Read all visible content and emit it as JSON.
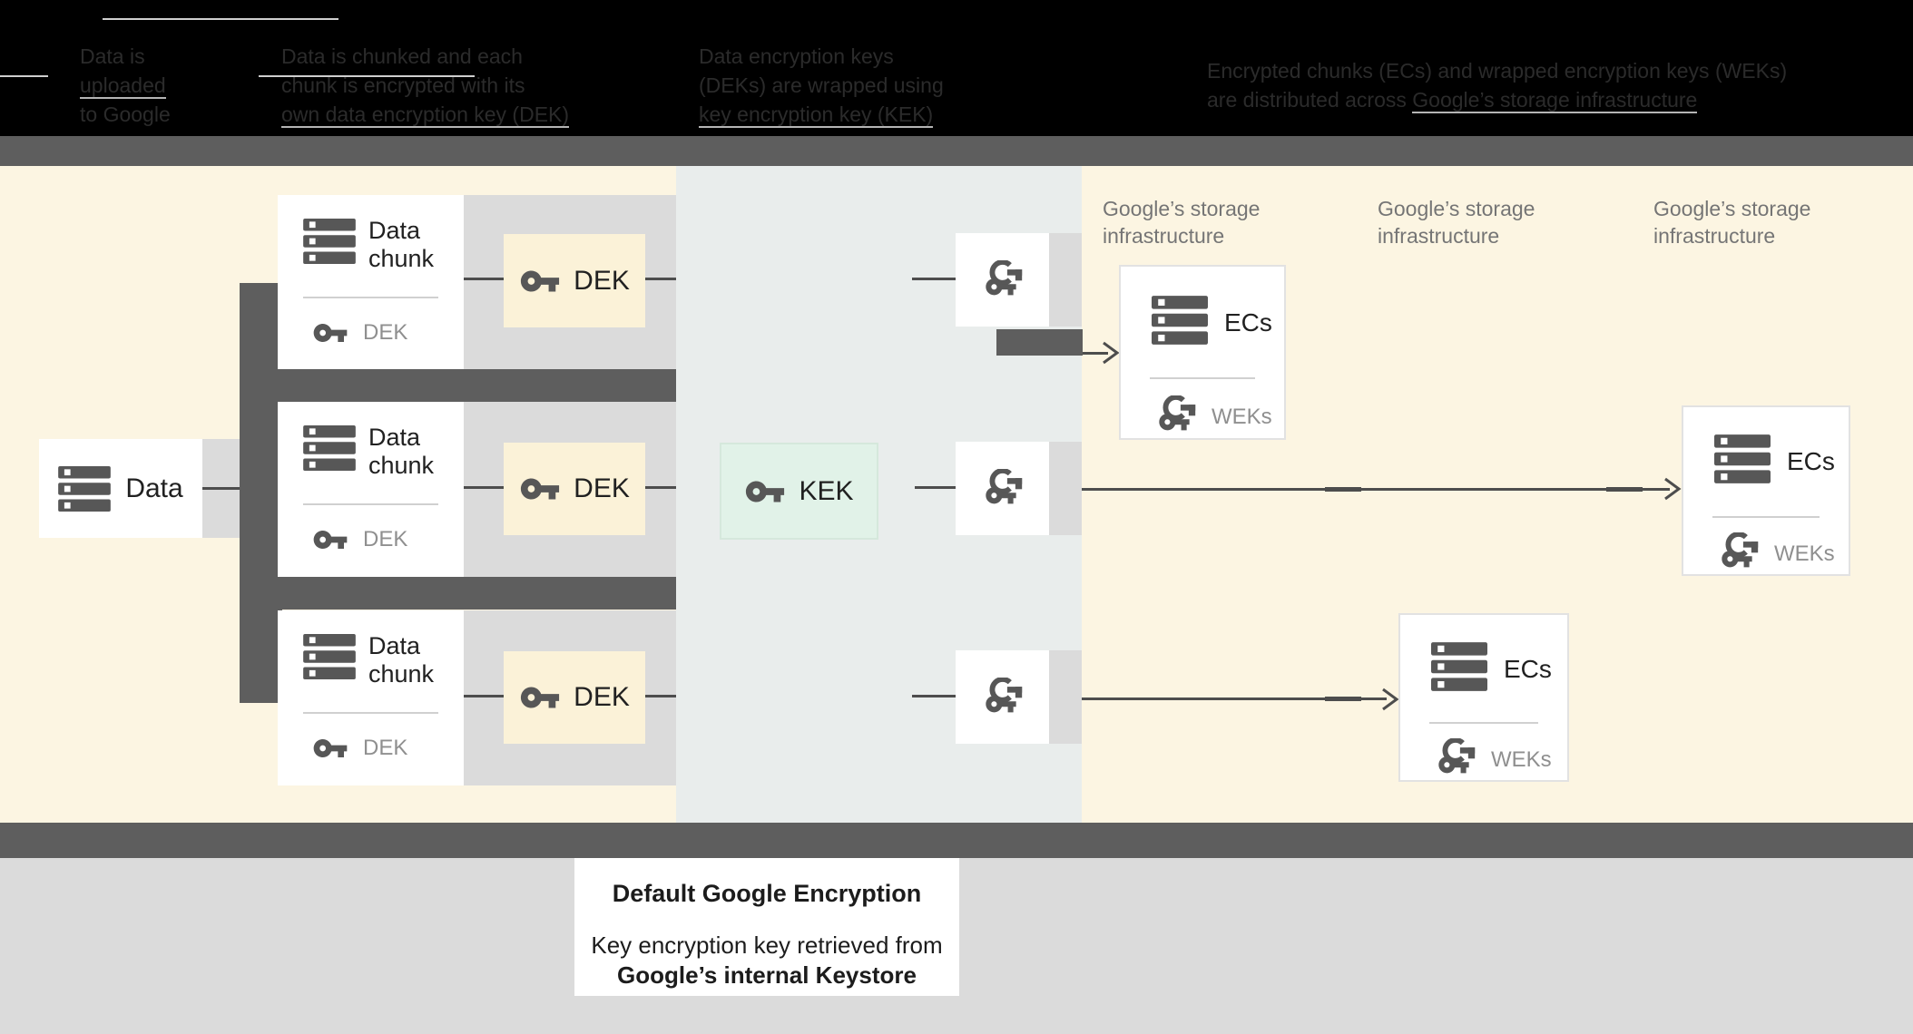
{
  "header_captions": {
    "c1": {
      "l1": "Data is",
      "l2": "uploaded",
      "l3": "to Google"
    },
    "c2": {
      "l1": "Data is chunked and each",
      "l2": "chunk is encrypted with its",
      "l3": "own data encryption key (DEK)"
    },
    "c3": {
      "l1": "Data encryption keys",
      "l2": "(DEKs) are wrapped using",
      "l3": "key encryption key (KEK)"
    },
    "c4": {
      "l1": "Encrypted chunks (ECs) and wrapped encryption keys (WEKs)",
      "l2_pre": "are distributed across ",
      "l2_link": "Google’s storage infrastructure"
    }
  },
  "diagram": {
    "data_box": {
      "label": "Data"
    },
    "chunk_rows": [
      {
        "title": "Data chunk",
        "sub_key_label": "DEK",
        "dek_label": "DEK"
      },
      {
        "title": "Data chunk",
        "sub_key_label": "DEK",
        "dek_label": "DEK"
      },
      {
        "title": "Data chunk",
        "sub_key_label": "DEK",
        "dek_label": "DEK"
      }
    ],
    "kek_box": {
      "label": "KEK"
    },
    "storage_labels": [
      {
        "line1": "Google’s storage",
        "line2": "infrastructure"
      },
      {
        "line1": "Google’s storage",
        "line2": "infrastructure"
      },
      {
        "line1": "Google’s storage",
        "line2": "infrastructure"
      }
    ],
    "ec_boxes": [
      {
        "title": "ECs",
        "key_label": "WEKs"
      },
      {
        "title": "ECs",
        "key_label": "WEKs"
      },
      {
        "title": "ECs",
        "key_label": "WEKs"
      }
    ]
  },
  "footer_note": {
    "title": "Default Google Encryption",
    "body_line1": "Key encryption key retrieved from",
    "body_line2": "Google’s internal Keystore"
  },
  "colors": {
    "canvas_cream": "#FCF5E2",
    "kek_column_gray": "#E9EDEC",
    "band_gray": "#DBDBDB",
    "connector_dark": "#5E5E5E",
    "dek_box_yellow": "#FBF2D8",
    "kek_box_green": "#E1F2E8",
    "icon_gray": "#575757",
    "storage_label_gray": "#757575",
    "footer_bg": "#DBDBDB"
  }
}
